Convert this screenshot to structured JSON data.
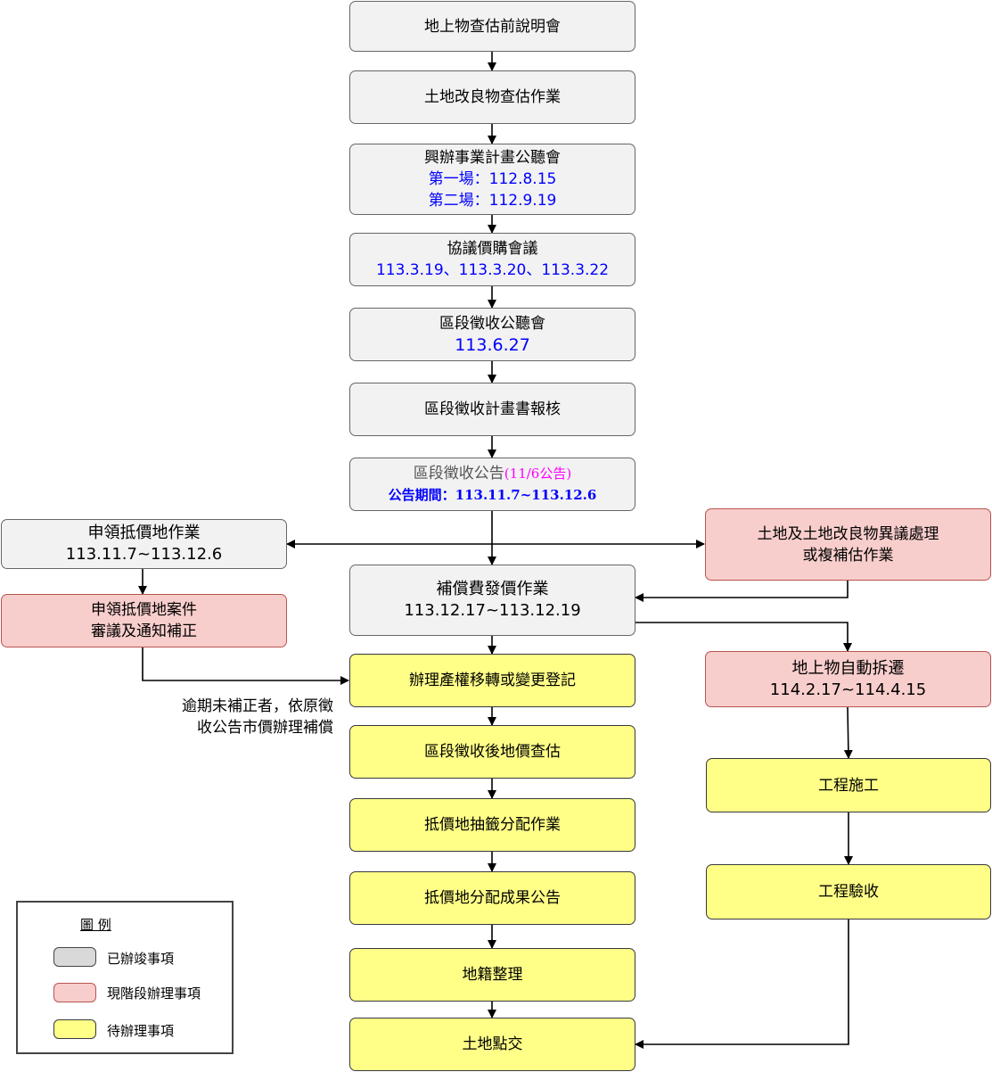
{
  "boxes": {
    "b1": {
      "line1": "地上物查估前說明會"
    },
    "b2": {
      "line1": "土地改良物查估作業"
    },
    "b3": {
      "line1": "興辦事業計畫公聽會",
      "line2": "第一場：112.8.15",
      "line3": "第二場：112.9.19"
    },
    "b4": {
      "line1": "協議價購會議",
      "line2": "113.3.19、113.3.20、113.3.22"
    },
    "b5": {
      "line1": "區段徵收公聽會",
      "line2": "113.6.27"
    },
    "b6": {
      "line1": "區段徵收計畫書報核"
    },
    "b7": {
      "line1": "區段徵收公告",
      "line1_note": "(11/6公告)",
      "line2": "公告期間：113.11.7~113.12.6"
    },
    "b8": {
      "line1": "補償費發價作業",
      "line2": "113.12.17~113.12.19"
    },
    "b9": {
      "line1": "辦理產權移轉或變更登記"
    },
    "b10": {
      "line1": "區段徵收後地價查估"
    },
    "b11": {
      "line1": "抵價地抽籤分配作業"
    },
    "b12": {
      "line1": "抵價地分配成果公告"
    },
    "b13": {
      "line1": "地籍整理"
    },
    "b14": {
      "line1": "土地點交"
    },
    "l1": {
      "line1": "申領抵價地作業",
      "line2": "113.11.7~113.12.6"
    },
    "l2": {
      "line1": "申領抵價地案件",
      "line2": "審議及通知補正"
    },
    "r1": {
      "line1": "土地及土地改良物異議處理",
      "line2": "或複補估作業"
    },
    "r2": {
      "line1": "地上物自動拆遷",
      "line2": "114.2.17~114.4.15"
    },
    "r3": {
      "line1": "工程施工"
    },
    "r4": {
      "line1": "工程驗收"
    }
  },
  "note": {
    "line1": "逾期未補正者，依原徵",
    "line2": "收公告市價辦理補償"
  },
  "legend": {
    "title": "圖 例",
    "items": [
      {
        "label": "已辦竣事項",
        "color": "#d9d9d9"
      },
      {
        "label": "現階段辦理事項",
        "color": "#f8cecc"
      },
      {
        "label": "待辦理事項",
        "color": "#ffff88"
      }
    ]
  },
  "colors": {
    "done": "#f2f2f2",
    "current": "#f8cecc",
    "todo": "#ffff88",
    "date_text": "#0000ff",
    "note_text": "#ff00ff"
  }
}
